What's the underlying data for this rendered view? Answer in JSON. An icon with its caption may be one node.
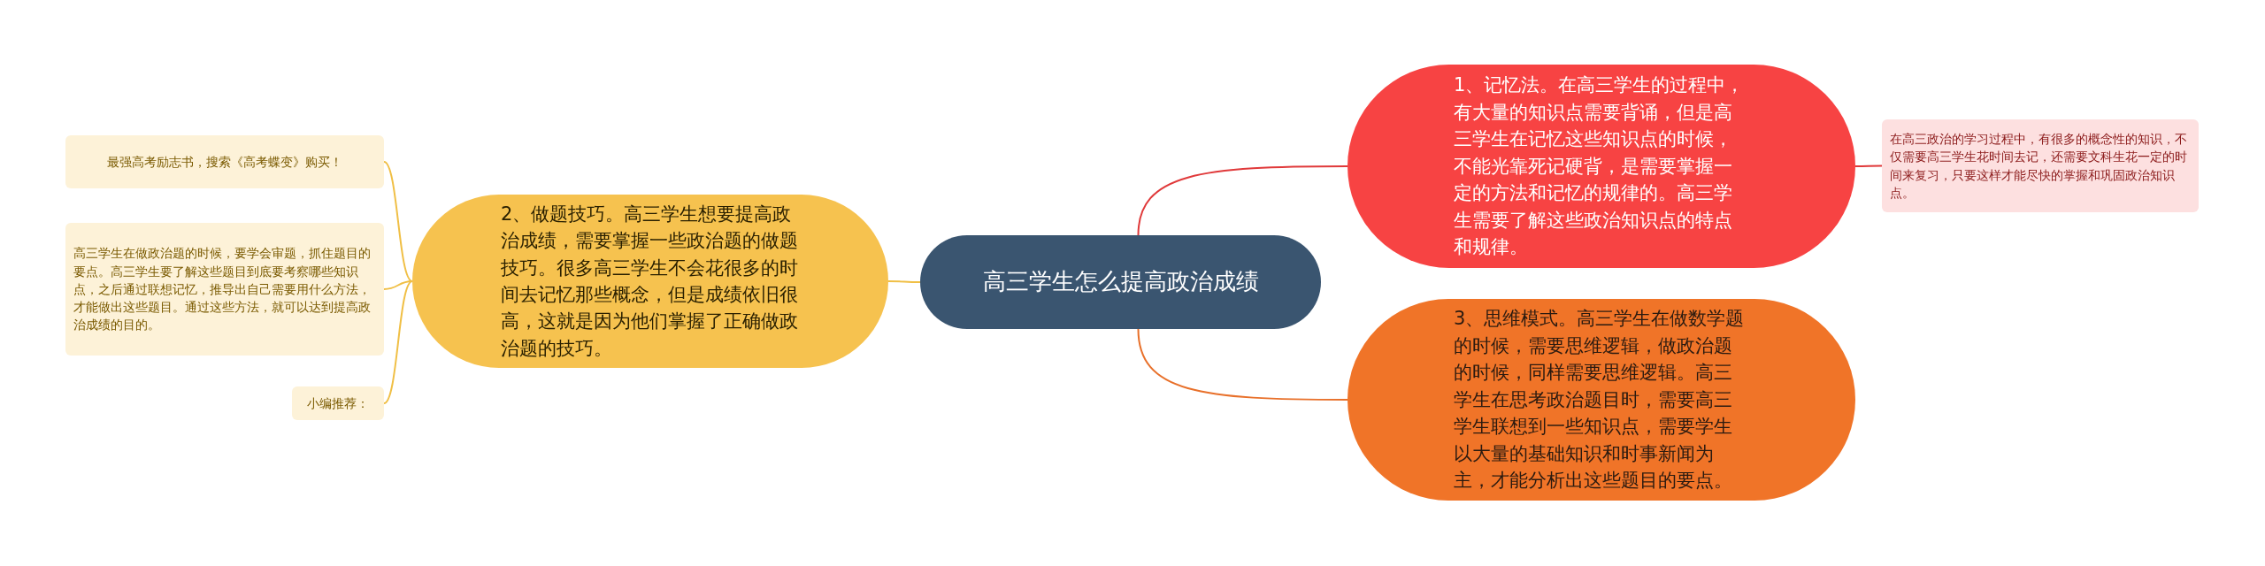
{
  "diagram": {
    "nodes": [
      {
        "text": [
          "高三学生怎么提高政治成绩"
        ]
      },
      {
        "text": [
          "1、记忆法。在高三学生的过程中，有大量的知识点需要背诵，但是高三学生在记忆这些知识点的时候，不能光靠死记硬背，是需要掌握一定的方法和记忆的规律的。高三学生需要了解这些政治知识点的特点和规律。"
        ]
      },
      {
        "text": [
          "3、思维模式。高三学生在做数学题的时候，需要思维逻辑，做政治题的时候，同样需要思维逻辑。高三学生在思考政治题目时，需要高三学生联想到一些知识点，需要学生以大量的基础知识和时事新闻为主，才能分析出这些题目的要点。"
        ]
      },
      {
        "text": [
          "在高三政治的学习过程中，有很多的概念性的知识，不仅需要高三学生花时间去记，还需要文科生花一定的时间来复习，只要这样才能尽快的掌握和巩固政治知识点。"
        ]
      },
      {
        "text": [
          "2、做题技巧。高三学生想要提高政治成绩，需要掌握一些政治题的做题技巧。很多高三学生不会花很多的时间去记忆那些概念，但是成绩依旧很高，这就是因为他们掌握了正确做政治题的技巧。"
        ]
      },
      {
        "text": [
          "最强高考励志书，搜索《高考蝶变》购买！"
        ]
      },
      {
        "text": [
          "高三学生在做政治题的时候，要学会审题，抓住题目的要点。高三学生要了解这些题目到底要考察哪些知识点，之后通过联想记忆，推导出自己需要用什么方法，才能做出这些题目。通过这些方法，就可以达到提高政治成绩的目的。"
        ]
      },
      {
        "text": [
          "小编推荐："
        ]
      }
    ],
    "edges": [
      {
        "from": 0,
        "to": 1,
        "arrow": "none",
        "color": "#e0393a"
      },
      {
        "from": 0,
        "to": 2,
        "arrow": "none",
        "color": "#e8702a"
      },
      {
        "from": 1,
        "to": 3,
        "arrow": "none",
        "color": "#e0393a"
      },
      {
        "from": 0,
        "to": 4,
        "arrow": "none"
      },
      {
        "from": 4,
        "to": 5,
        "arrow": "none"
      },
      {
        "from": 4,
        "to": 6,
        "arrow": "none"
      },
      {
        "from": 4,
        "to": 7,
        "arrow": "none"
      }
    ]
  }
}
